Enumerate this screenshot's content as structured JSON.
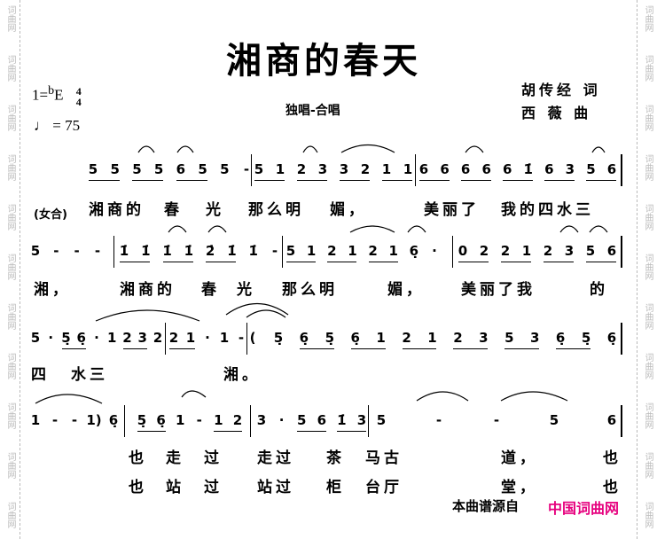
{
  "watermark": "词曲网",
  "title": "湘商的春天",
  "key": {
    "prefix": "1=",
    "flat": "b",
    "note": "E",
    "time_top": "4",
    "time_bottom": "4"
  },
  "tempo": {
    "symbol": "♩",
    "text": "= 75"
  },
  "performance": "独唱-合唱",
  "lyricist": "胡传经  词",
  "composer": "西  薇  曲",
  "rows": [
    {
      "measures": [
        [
          "5",
          "5",
          "5",
          "5",
          "6",
          "5",
          "5",
          "-"
        ],
        [
          "5",
          "1",
          "2",
          "3",
          "3",
          "2",
          "1",
          "1"
        ],
        [
          "6",
          "6",
          "6",
          "6",
          "6",
          "1̇",
          "6",
          "3",
          "5",
          "6"
        ]
      ]
    },
    {
      "measures": [
        [
          "5",
          "-",
          "-",
          "-"
        ],
        [
          "1̇",
          "1̇",
          "1̇",
          "1̇",
          "2̇",
          "1̇",
          "1̇",
          "-"
        ],
        [
          "5",
          "1",
          "2",
          "1",
          "2",
          "1",
          "6̣",
          "·"
        ],
        [
          "0",
          "2",
          "2",
          "1",
          "2",
          "3",
          "5",
          "6"
        ]
      ]
    },
    {
      "measures": [
        [
          "5",
          "·",
          "5̣",
          "6̣",
          "·",
          "1",
          "2",
          "3",
          "2"
        ],
        [
          "2",
          "1",
          "·",
          "1",
          "-"
        ],
        [
          "(",
          "5̣",
          "6̣",
          "5̣",
          "6̣",
          "1",
          "2",
          "1",
          "2",
          "3",
          "5",
          "3",
          "6̣",
          "5̣",
          "6̣"
        ]
      ]
    },
    {
      "measures": [
        [
          "1",
          "-",
          "-",
          "1)",
          "6̣"
        ],
        [
          "5̣",
          "6̣",
          "1",
          "-",
          "1",
          "2"
        ],
        [
          "3",
          "·",
          "5",
          "6",
          "1̇",
          "3"
        ],
        [
          "5",
          "-",
          "-",
          "5",
          "6"
        ]
      ]
    }
  ],
  "lyrics": {
    "row1": [
      "(女合)",
      "湘商的",
      "春",
      "光",
      "那么明",
      "媚，",
      "美丽了",
      "我的四水三"
    ],
    "row2": [
      "湘，",
      "湘商的",
      "春",
      "光",
      "那么明",
      "媚，",
      "美丽了我",
      "的"
    ],
    "row3": [
      "四",
      "水三",
      "湘。"
    ],
    "row4a": [
      "也",
      "走",
      "过",
      "走过",
      "茶",
      "马古",
      "道，",
      "也"
    ],
    "row4b": [
      "也",
      "站",
      "过",
      "站过",
      "柜",
      "台厅",
      "堂，",
      "也"
    ]
  },
  "footer": {
    "text": "本曲谱源自",
    "site": "中国词曲网",
    "site_color": "#e6007e"
  }
}
